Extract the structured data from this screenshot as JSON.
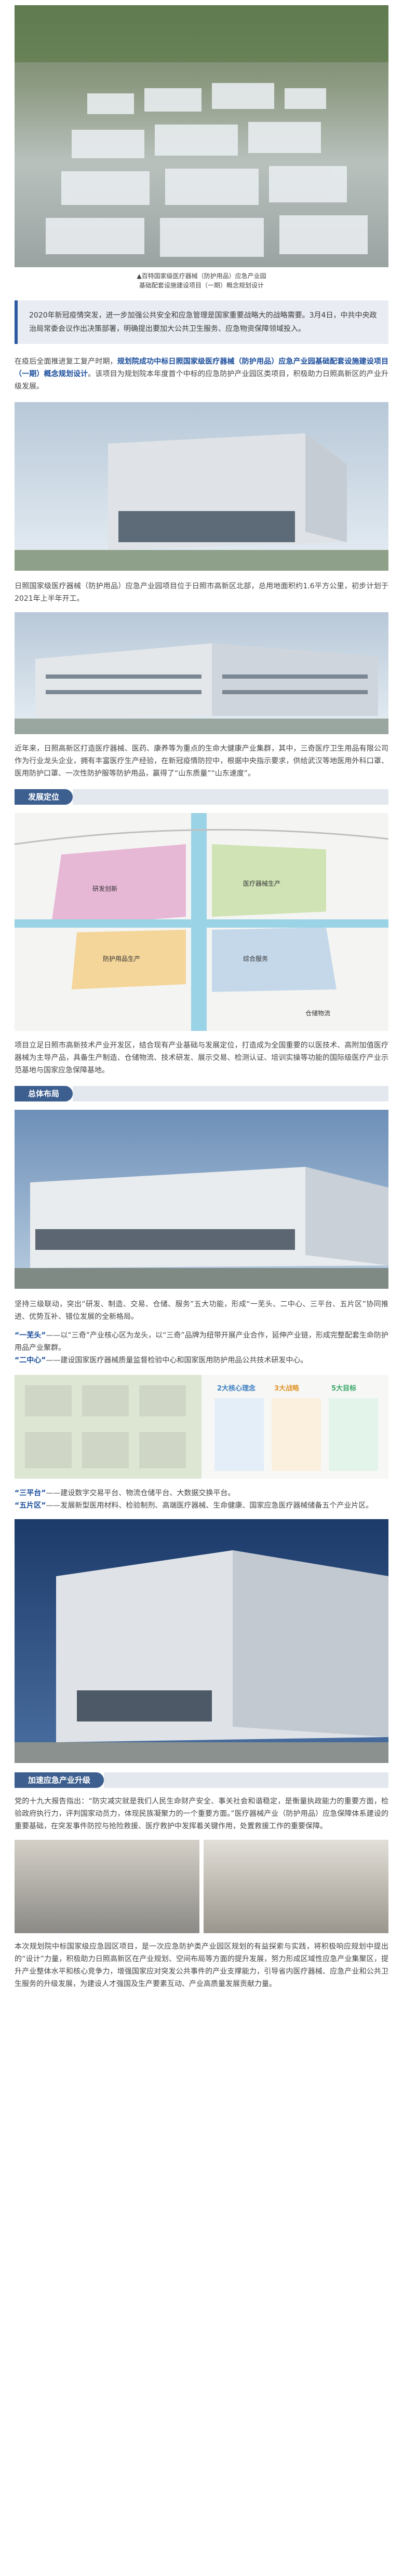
{
  "top_image": {
    "caption_line1": "▲百特国家级医疗器械（防护用品）应急产业园",
    "caption_line2": "基础配套设施建设项目（一期）概念规划设计"
  },
  "intro_box": {
    "text": "2020年新冠疫情突发，进一步加强公共安全和应急管理是国家重要战略大的战略需要。3月4日，中共中央政治局常委会议作出决策部署，明确提出要加大公共卫生服务、应急物资保障领域投入。"
  },
  "para1": {
    "text_a": "在疫后全面推进复工复产时期，",
    "highlight": "规划院成功中标日照国家级医疗器械（防护用品）应急产业园基础配套设施建设项目（一期）概念规划设计",
    "text_b": "。该项目为规划院本年度首个中标的应急防护产业园区类项目，积极助力日照高新区的产业升级发展。"
  },
  "para2": {
    "text": "日照国家级医疗器械（防护用品）应急产业园项目位于日照市高新区北部，总用地面积约1.6平方公里，初步计划于2021年上半年开工。"
  },
  "para3": {
    "text": "近年来，日照高新区打造医疗器械、医药、康养等为重点的生命大健康产业集群，其中，三奇医疗卫生用品有限公司作为行业龙头企业，拥有丰富医疗生产经验，在新冠疫情防控中，根据中央指示要求，供给武汉等地医用外科口罩、医用防护口罩、一次性防护服等防护用品，赢得了“山东质量”“山东速度”。"
  },
  "sections": {
    "s1": "发展定位",
    "s2": "总体布局",
    "s3": "加速应急产业升级"
  },
  "map_labels": {
    "m1": "研发创新",
    "m2": "医疗器械生产",
    "m3": "防护用品生产",
    "m4": "综合服务",
    "m5": "仓储物流"
  },
  "para4": {
    "text": "项目立足日照市高新技术产业开发区，结合现有产业基础与发展定位，打造成为全国重要的以医技术、高附加值医疗器械为主导产品，具备生产制造、仓储物流、技术研发、展示交易、检测认证、培训实操等功能的国际级医疗产业示范基地与国家应急保障基地。"
  },
  "para5": {
    "text": "坚持三级联动，突出“研发、制造、交易、仓储、服务”五大功能，形成“一芜头、二中心、三平台、五片区”协同推进、优势互补、错位发展的全新格局。"
  },
  "para6": {
    "k1": "“一芜头”",
    "t1": "——以“三奇”产业核心区为龙头，以“三奇”品牌为纽带开展产业合作，延伸产业链，形成完整配套生命防护用品产业聚群。",
    "k2": "“二中心”",
    "t2": "——建设国家医疗器械质量监督检验中心和国家医用防护用品公共技术研发中心。"
  },
  "diagram": {
    "col1": "2大核心理念",
    "col2": "3大战略",
    "col3": "5大目标"
  },
  "para7": {
    "k1": "“三平台”",
    "t1": "——建设数字交易平台、物流仓储平台、大数据交换平台。",
    "k2": "“五片区”",
    "t2": "——发展新型医用材料、检验制剂、高端医疗器械、生命健康、国家应急医疗器械储备五个产业片区。"
  },
  "para8": {
    "text": "党的十九大报告指出：“防灾减灾就是我们人民生命财产安全、事关社会和谐稳定，是衡量执政能力的重要方面，检验政府执行力，评判国家动员力，体现民族凝聚力的一个重要方面。”医疗器械产业（防护用品）应急保障体系建设的重要基础，在突发事件防控与抢险救援、医疗救护中发挥着关键作用，处置救援工作的重要保障。"
  },
  "para9": {
    "text": "本次规划院中标国家级应急园区项目，是一次应急防护类产业园区规划的有益探索与实践，将积极响应规划中提出的“设计”力量，积极助力日照高新区在产业规划、空间布局等方面的提升发展，努力形成区域性应急产业集聚区，提升产业整体水平和核心竞争力，增强国家应对突发公共事件的产业支撑能力，引导省内医疗器械、应急产业和公共卫生服务的升级发展，为建设人才强国及生产要素互动、产业高质量发展贡献力量。"
  }
}
